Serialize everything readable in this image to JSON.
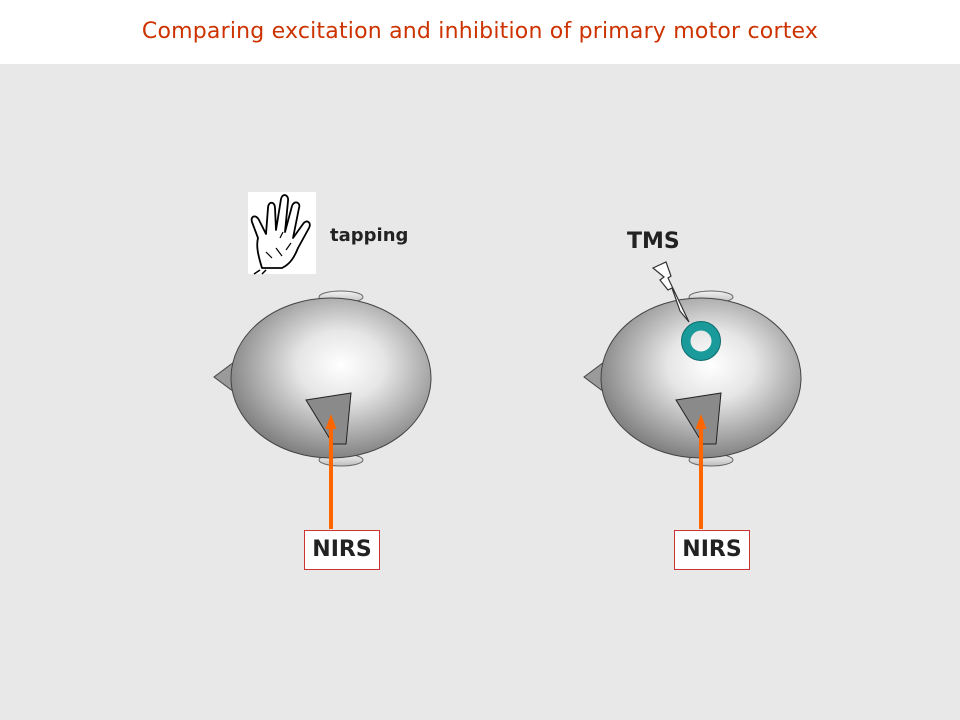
{
  "slide": {
    "title": "Comparing excitation and inhibition of primary motor cortex"
  },
  "left_panel": {
    "stimulus_label": "tapping",
    "probe_label": "NIRS"
  },
  "right_panel": {
    "stimulus_label": "TMS",
    "probe_label": "NIRS"
  },
  "colors": {
    "title": "#cc3300",
    "arrow": "#ff6600",
    "coil": "#1a9a9a",
    "box_border": "#cc3333",
    "background": "#e8e8e8"
  },
  "icons": [
    "hand-icon",
    "lightning-bolt-icon",
    "tms-coil-icon",
    "brain-icon"
  ]
}
